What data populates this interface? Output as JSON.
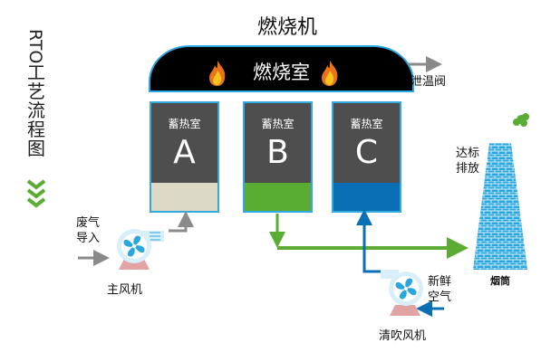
{
  "side_title": {
    "latin": "RTO",
    "chars": [
      "工",
      "艺",
      "流",
      "程",
      "图"
    ]
  },
  "machine_title": "燃烧机",
  "combustion_chamber": "燃烧室",
  "chambers": [
    {
      "name": "蓄热室",
      "letter": "A",
      "color": "#dcd8c6"
    },
    {
      "name": "蓄热室",
      "letter": "B",
      "color": "#5aac32"
    },
    {
      "name": "蓄热室",
      "letter": "C",
      "color": "#0a6fb4"
    }
  ],
  "labels": {
    "relief_valve": "泄温阀",
    "exhaust_inlet": [
      "废气",
      "导入"
    ],
    "main_fan": "主风机",
    "discharge": [
      "达标",
      "排放"
    ],
    "chimney": "烟筒",
    "fresh_air": [
      "新鲜",
      "空气"
    ],
    "purge_fan": "清吹风机"
  },
  "colors": {
    "green": "#5aac32",
    "blue": "#0a6fb4",
    "grey": "#8a8a8a",
    "cyan": "#2aa6e0"
  }
}
